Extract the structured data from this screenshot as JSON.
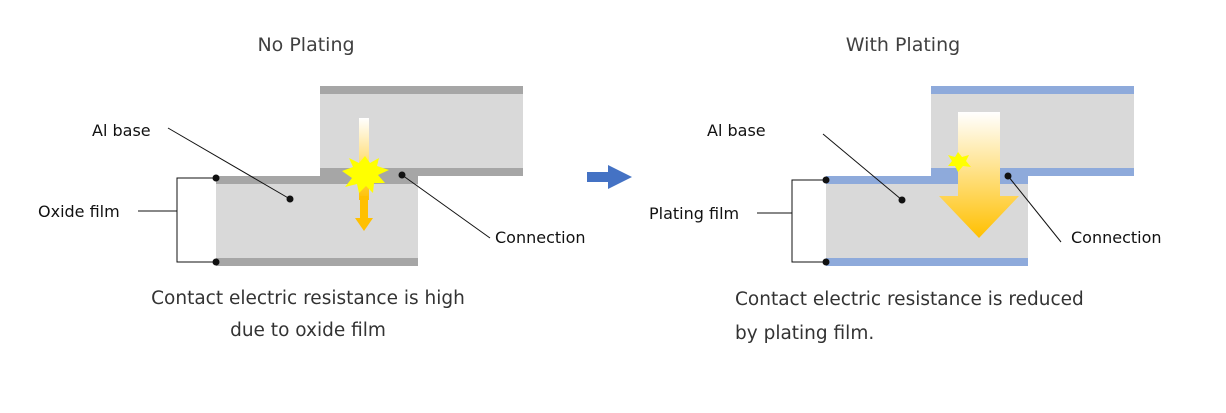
{
  "left_panel": {
    "title": "No Plating",
    "label_al_base": "Al base",
    "label_film": "Oxide film",
    "label_connection": "Connection",
    "caption_line1": "Contact electric resistance is high",
    "caption_line2": "due to oxide film"
  },
  "right_panel": {
    "title": "With Plating",
    "label_al_base": "Al base",
    "label_film": "Plating film",
    "label_connection": "Connection",
    "caption_line1": "Contact electric resistance is reduced",
    "caption_line2": "by plating film."
  },
  "colors": {
    "base": "#d9d9d9",
    "oxide_film": "#a6a6a6",
    "plating_film": "#8eaadb",
    "current_arrow": "#ffc000",
    "spark": "#ffff00",
    "transition_arrow": "#4472c4"
  }
}
